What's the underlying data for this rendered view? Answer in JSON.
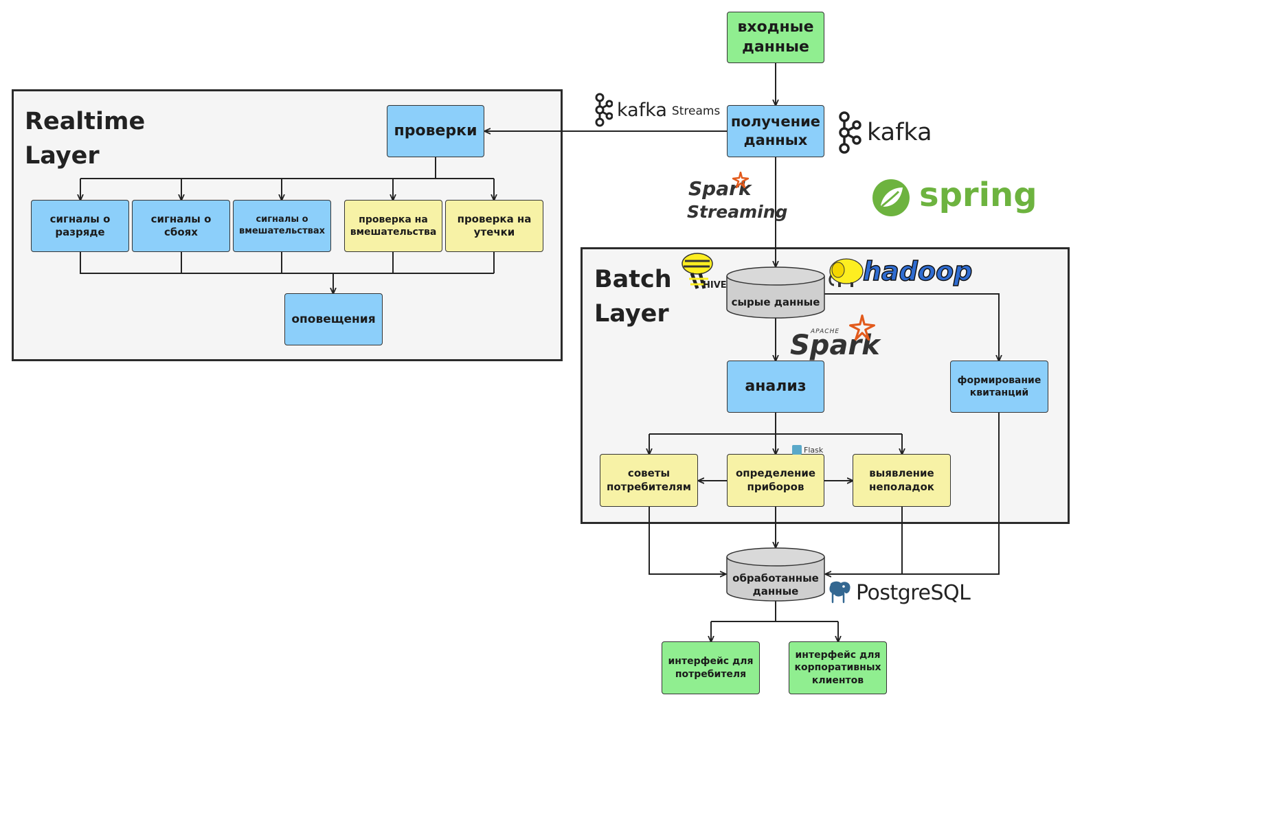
{
  "layers": {
    "realtime": "Realtime\nLayer",
    "batch": "Batch\nLayer"
  },
  "nodes": {
    "input": "входные\nданные",
    "ingest": "получение\nданных",
    "checks": "проверки",
    "sig_discharge": "сигналы о\nразряде",
    "sig_failures": "сигналы о\nсбоях",
    "sig_tamper": "сигналы о\nвмешательствах",
    "check_tamper": "проверка на\nвмешательства",
    "check_leak": "проверка на\nутечки",
    "alerts": "оповещения",
    "raw_data": "сырые данные",
    "analysis": "анализ",
    "receipts": "формирование\nквитанций",
    "advice": "советы\nпотребителям",
    "devices": "определение\nприборов",
    "faults": "выявление\nнеполадок",
    "processed": "обработанные\nданные",
    "ui_consumer": "интерфейс для\nпотребителя",
    "ui_corporate": "интерфейс для\nкорпоративных\nклиентов"
  },
  "logos": {
    "kafka_streams": {
      "name": "kafka",
      "suffix": "Streams",
      "icon": "kafka-icon"
    },
    "kafka": {
      "name": "kafka",
      "icon": "kafka-icon"
    },
    "spark_streaming": {
      "name": "Spark",
      "suffix": "Streaming",
      "icon": "spark-star-icon"
    },
    "spring": {
      "name": "spring",
      "icon": "spring-leaf-icon"
    },
    "hive": {
      "name": "HIVE",
      "icon": "hive-bee-icon"
    },
    "hadoop": {
      "name": "hadoop",
      "icon": "hadoop-elephant-icon"
    },
    "spark": {
      "name": "Spark",
      "prefix": "APACHE",
      "icon": "spark-star-icon"
    },
    "flask": {
      "name": "Flask",
      "icon": "flask-icon"
    },
    "postgres": {
      "name": "PostgreSQL",
      "icon": "postgres-elephant-icon"
    }
  },
  "colors": {
    "blue": "#8ccffa",
    "yellow": "#f7f2a6",
    "green": "#90ee90",
    "database": "#cfcfcf",
    "spring": "#6db33f",
    "spark_orange": "#e25a1c",
    "hadoop_blue": "#2f6cd1",
    "postgres_blue": "#336791"
  }
}
